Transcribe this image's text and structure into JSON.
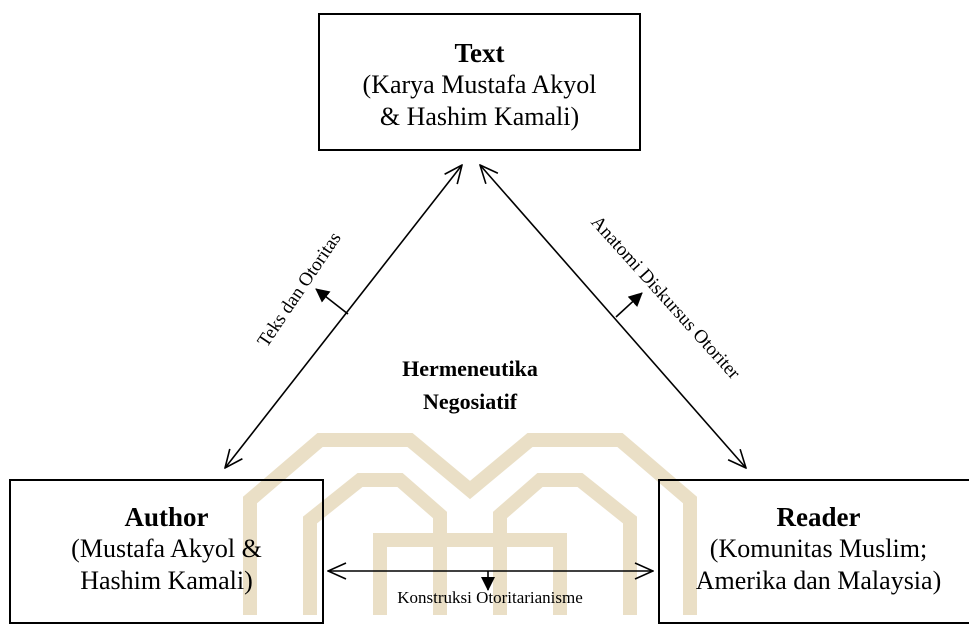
{
  "text_node": {
    "title": "Text",
    "line1": "(Karya Mustafa Akyol",
    "line2": "& Hashim Kamali)"
  },
  "author_node": {
    "title": "Author",
    "line1": "(Mustafa Akyol &",
    "line2": "Hashim Kamali)"
  },
  "reader_node": {
    "title": "Reader",
    "line1": "(Komunitas Muslim;",
    "line2": "Amerika dan Malaysia)"
  },
  "center": {
    "line1": "Hermeneutika",
    "line2": "Negosiatif"
  },
  "edges": {
    "left": "Teks dan Otoritas",
    "right": "Anatomi Diskursus Otoriter",
    "bottom": "Konstruksi Otoritarianisme"
  },
  "colors": {
    "watermark": "#e8dcc0",
    "line": "#000000"
  }
}
